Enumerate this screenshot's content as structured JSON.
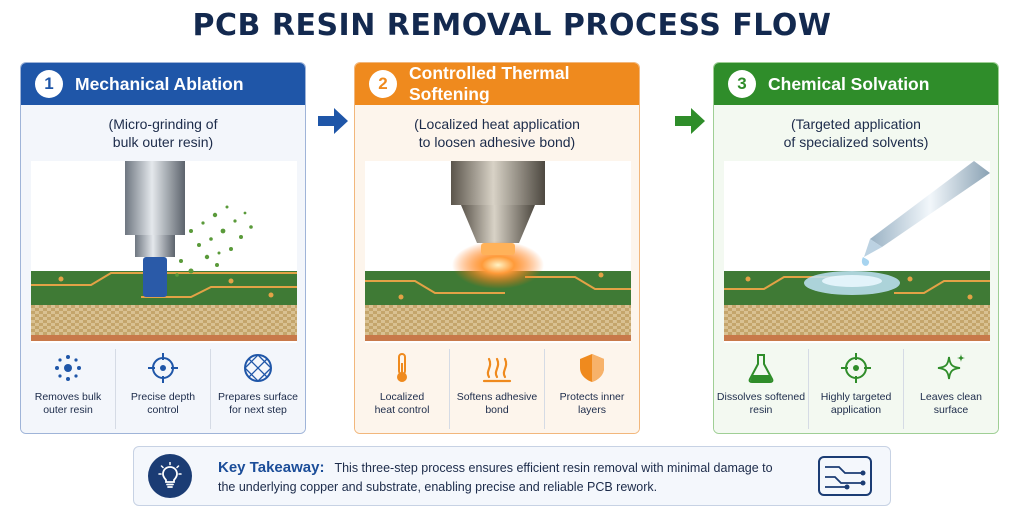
{
  "title": "PCB RESIN REMOVAL PROCESS FLOW",
  "colors": {
    "step1": "#1f56a8",
    "step2": "#ef8a1e",
    "step3": "#2f8d2a",
    "navy": "#13294f"
  },
  "steps": [
    {
      "number": "1",
      "title": "Mechanical Ablation",
      "caption": "(Micro-grinding of\nbulk outer resin)",
      "features": [
        {
          "icon": "particles-burst-icon",
          "label": "Removes bulk\nouter resin"
        },
        {
          "icon": "crosshair-target-icon",
          "label": "Precise depth\ncontrol"
        },
        {
          "icon": "mesh-sphere-icon",
          "label": "Prepares surface\nfor next step"
        }
      ]
    },
    {
      "number": "2",
      "title": "Controlled Thermal Softening",
      "caption": "(Localized heat application\nto loosen adhesive bond)",
      "features": [
        {
          "icon": "thermometer-icon",
          "label": "Localized\nheat control"
        },
        {
          "icon": "heat-waves-icon",
          "label": "Softens adhesive\nbond"
        },
        {
          "icon": "shield-icon",
          "label": "Protects inner\nlayers"
        }
      ]
    },
    {
      "number": "3",
      "title": "Chemical Solvation",
      "caption": "(Targeted application\nof specialized solvents)",
      "features": [
        {
          "icon": "flask-icon",
          "label": "Dissolves softened\nresin"
        },
        {
          "icon": "crosshair-target-icon",
          "label": "Highly targeted\napplication"
        },
        {
          "icon": "sparkle-icon",
          "label": "Leaves clean\nsurface"
        }
      ]
    }
  ],
  "takeaway": {
    "label": "Key Takeaway:",
    "text": "This three-step process ensures efficient resin removal with minimal damage to the underlying copper and substrate, enabling precise and reliable PCB rework.",
    "icons": [
      "lightbulb-icon",
      "circuit-board-icon"
    ]
  }
}
